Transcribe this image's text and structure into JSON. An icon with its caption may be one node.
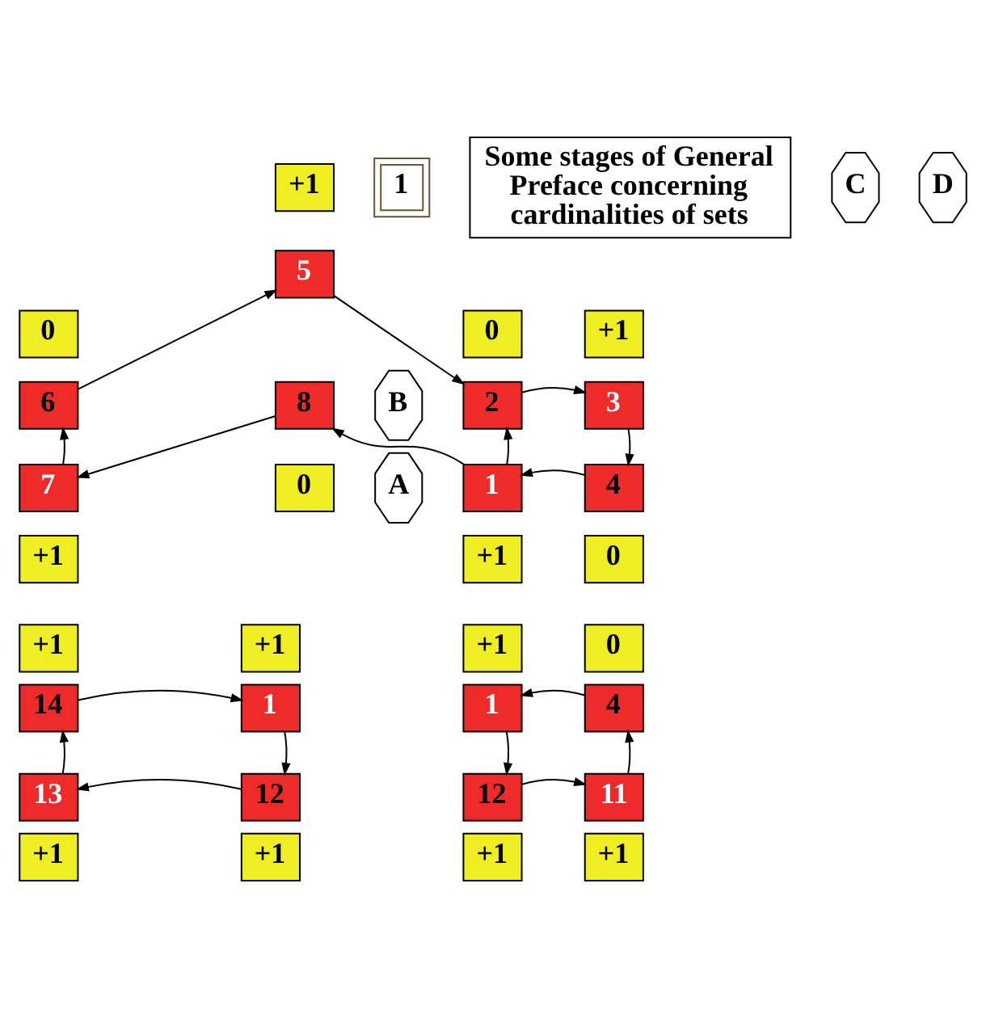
{
  "diagram": {
    "nodes": [
      {
        "text": [
          "1"
        ]
      },
      {
        "text": [
          "Some stages of General Preface concerning cardinalities of sets"
        ]
      },
      {
        "text": [
          "+1"
        ]
      },
      {
        "text": [
          "5"
        ]
      },
      {
        "text": [
          "0"
        ]
      },
      {
        "text": [
          "6"
        ]
      },
      {
        "text": [
          "8"
        ]
      },
      {
        "text": [
          "0"
        ]
      },
      {
        "text": [
          "B"
        ]
      },
      {
        "text": [
          "0"
        ]
      },
      {
        "text": [
          "2"
        ]
      },
      {
        "text": [
          "+1"
        ]
      },
      {
        "text": [
          "3"
        ]
      },
      {
        "text": [
          "A"
        ]
      },
      {
        "text": [
          "7"
        ]
      },
      {
        "text": [
          "+1"
        ]
      },
      {
        "text": [
          "1"
        ]
      },
      {
        "text": [
          "+1"
        ]
      },
      {
        "text": [
          "4"
        ]
      },
      {
        "text": [
          "0"
        ]
      },
      {
        "text": [
          "+1"
        ]
      },
      {
        "text": [
          "14"
        ]
      },
      {
        "text": [
          "+1"
        ]
      },
      {
        "text": [
          "1"
        ]
      },
      {
        "text": [
          "+1"
        ]
      },
      {
        "text": [
          "1"
        ]
      },
      {
        "text": [
          "0"
        ]
      },
      {
        "text": [
          "4"
        ]
      },
      {
        "text": [
          "C"
        ]
      },
      {
        "text": [
          "D"
        ]
      },
      {
        "text": [
          "13"
        ]
      },
      {
        "text": [
          "+1"
        ]
      },
      {
        "text": [
          "12"
        ]
      },
      {
        "text": [
          "+1"
        ]
      },
      {
        "text": [
          "12"
        ]
      },
      {
        "text": [
          "+1"
        ]
      },
      {
        "text": [
          "11"
        ]
      },
      {
        "text": [
          "+1"
        ]
      }
    ],
    "edges": [
      {
        "from": 5,
        "to": 3,
        "arrow": "to"
      },
      {
        "from": 3,
        "to": 10,
        "arrow": "to"
      },
      {
        "from": 16,
        "to": 6,
        "arrow": "to"
      },
      {
        "from": 6,
        "to": 14,
        "arrow": "to"
      },
      {
        "from": 14,
        "to": 5,
        "arrow": "to"
      },
      {
        "from": 16,
        "to": 10,
        "arrow": "to"
      },
      {
        "from": 10,
        "to": 12,
        "arrow": "to"
      },
      {
        "from": 12,
        "to": 18,
        "arrow": "to"
      },
      {
        "from": 18,
        "to": 16,
        "arrow": "to"
      },
      {
        "from": 21,
        "to": 23,
        "arrow": "to"
      },
      {
        "from": 23,
        "to": 32,
        "arrow": "to"
      },
      {
        "from": 32,
        "to": 30,
        "arrow": "to"
      },
      {
        "from": 30,
        "to": 21,
        "arrow": "to"
      },
      {
        "from": 27,
        "to": 25,
        "arrow": "to"
      },
      {
        "from": 25,
        "to": 34,
        "arrow": "to"
      },
      {
        "from": 34,
        "to": 36,
        "arrow": "to"
      },
      {
        "from": 36,
        "to": 27,
        "arrow": "to"
      }
    ]
  }
}
